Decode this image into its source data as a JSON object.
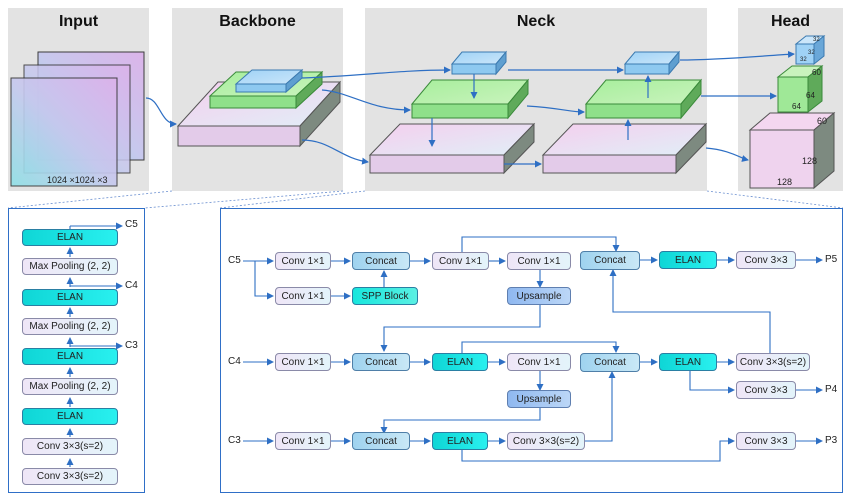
{
  "sections": {
    "input": "Input",
    "backbone": "Backbone",
    "neck": "Neck",
    "head": "Head"
  },
  "input_size": "1024 ×1024 ×3",
  "head_dims": {
    "small": [
      "32",
      "32",
      "32"
    ],
    "medium": [
      "60",
      "64",
      "64"
    ],
    "large": [
      "60",
      "128",
      "128"
    ]
  },
  "backbone_detail": {
    "blocks": [
      "ELAN",
      "Max Pooling (2, 2)",
      "ELAN",
      "Max Pooling (2, 2)",
      "ELAN",
      "Max Pooling (2, 2)",
      "ELAN",
      "Conv 3×3(s=2)",
      "Conv 3×3(s=2)"
    ],
    "outputs": [
      "C5",
      "C4",
      "C3"
    ]
  },
  "neck_detail": {
    "inputs": [
      "C5",
      "C4",
      "C3"
    ],
    "outputs": [
      "P5",
      "P4",
      "P3"
    ],
    "row_c5": {
      "conv_a": "Conv 1×1",
      "conv_b": "Conv 1×1",
      "concat": "Concat",
      "spp": "SPP Block",
      "conv_c": "Conv 1×1",
      "conv_d": "Conv 1×1",
      "upsample": "Upsample",
      "concat2": "Concat",
      "elan": "ELAN",
      "conv_out": "Conv 3×3"
    },
    "row_c4": {
      "conv_a": "Conv 1×1",
      "concat": "Concat",
      "elan": "ELAN",
      "conv_b": "Conv 1×1",
      "upsample": "Upsample",
      "concat2": "Concat",
      "elan2": "ELAN",
      "conv_s2": "Conv 3×3(s=2)",
      "conv_out": "Conv 3×3"
    },
    "row_c3": {
      "conv_a": "Conv 1×1",
      "concat": "Concat",
      "elan": "ELAN",
      "conv_s2": "Conv 3×3(s=2)",
      "conv_out": "Conv 3×3"
    }
  },
  "colors": {
    "section_bg": "#e3e3e3",
    "arrow": "#2e6fc4",
    "elan": "#19e3e3",
    "concat": "#a9d8f0",
    "panel_border": "#2f6fc7"
  }
}
